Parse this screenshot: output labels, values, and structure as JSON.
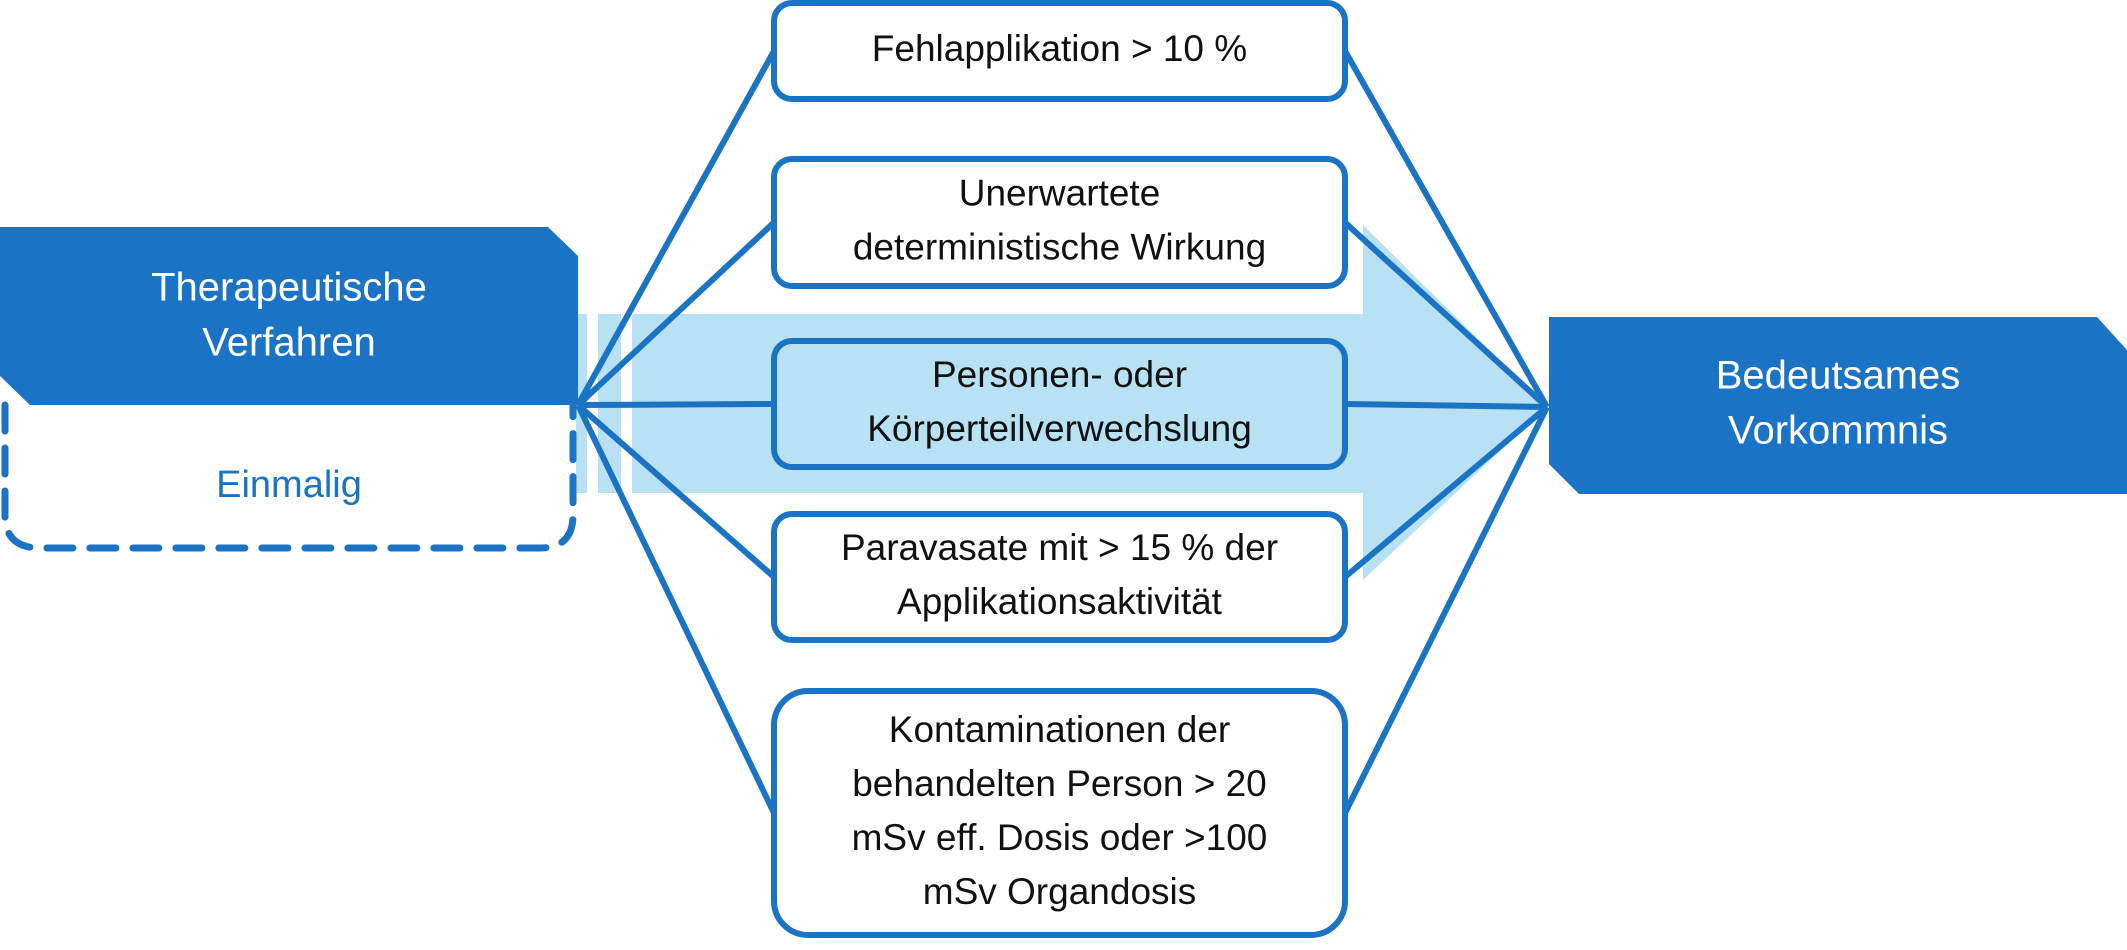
{
  "colors": {
    "primary": "#1a73c4",
    "arrow_fill": "#b9e1f4",
    "text_dark": "#111111",
    "text_light": "#ffffff",
    "background": "#ffffff"
  },
  "source": {
    "lines": [
      "Therapeutische",
      "Verfahren"
    ]
  },
  "frequency": {
    "label": "Einmalig"
  },
  "criteria": [
    {
      "lines": [
        "Fehlapplikation > 10 %"
      ]
    },
    {
      "lines": [
        "Unerwartete",
        "deterministische Wirkung"
      ]
    },
    {
      "lines": [
        "Personen- oder",
        "Körperteilverwechslung"
      ],
      "highlighted": true
    },
    {
      "lines": [
        "Paravasate mit > 15 % der",
        "Applikationsaktivität"
      ]
    },
    {
      "lines": [
        "Kontaminationen der",
        "behandelten Person > 20",
        "mSv eff. Dosis oder >100",
        "mSv Organdosis"
      ]
    }
  ],
  "target": {
    "lines": [
      "Bedeutsames",
      "Vorkommnis"
    ]
  }
}
